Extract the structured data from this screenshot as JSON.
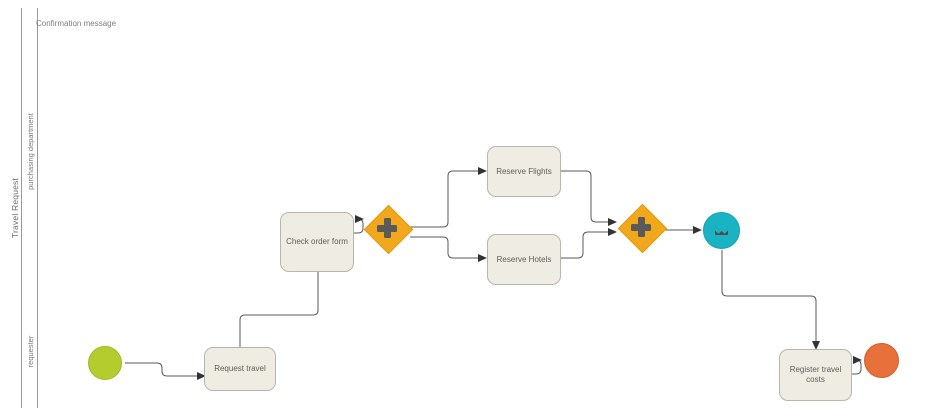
{
  "diagram": {
    "type": "bpmn-process",
    "pool": {
      "name": "Travel Request"
    },
    "lanes": [
      {
        "id": "purchasing",
        "name": "purchasing department"
      },
      {
        "id": "requester",
        "name": "requester"
      }
    ],
    "annotations": [
      {
        "id": "confirmation-note",
        "text": "Confirmation message"
      }
    ],
    "tasks": [
      {
        "id": "request-travel",
        "label": "Request travel",
        "lane": "requester"
      },
      {
        "id": "check-order-form",
        "label": "Check order form",
        "lane": "purchasing"
      },
      {
        "id": "reserve-flights",
        "label": "Reserve Flights",
        "lane": "purchasing"
      },
      {
        "id": "reserve-hotels",
        "label": "Reserve Hotels",
        "lane": "purchasing"
      },
      {
        "id": "register-travel-costs",
        "label": "Register travel costs",
        "lane": "requester"
      }
    ],
    "events": [
      {
        "id": "start-event",
        "kind": "start",
        "icon": "none",
        "lane": "requester"
      },
      {
        "id": "message-event",
        "kind": "intermediate-message",
        "icon": "envelope-icon",
        "lane": "purchasing"
      },
      {
        "id": "end-event",
        "kind": "end",
        "icon": "none",
        "lane": "requester"
      }
    ],
    "gateways": [
      {
        "id": "gateway-split",
        "kind": "parallel",
        "icon": "plus-icon",
        "lane": "purchasing"
      },
      {
        "id": "gateway-join",
        "kind": "parallel",
        "icon": "plus-icon",
        "lane": "purchasing"
      }
    ],
    "colors": {
      "start_event": "#b5cc2e",
      "end_event": "#e8703a",
      "message_event": "#1ab3c4",
      "gateway": "#f2a81d",
      "gateway_icon": "#5a5a5a",
      "task_fill": "#efece3",
      "task_border": "#b9b5aa",
      "pool_border": "#9a9a9a",
      "connector": "#585858",
      "text": "#5e5e5e",
      "canvas": "#ffffff"
    }
  }
}
